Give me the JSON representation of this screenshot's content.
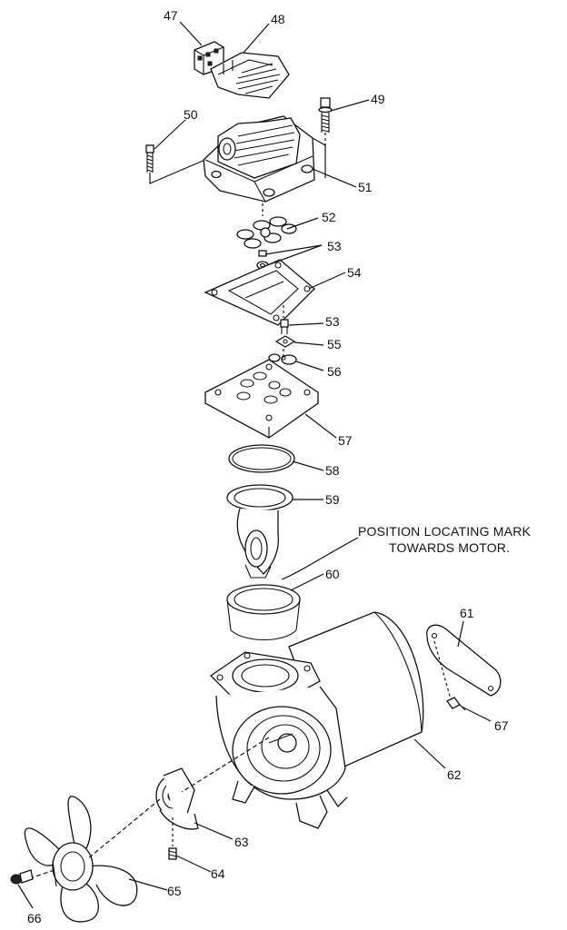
{
  "parts": [
    {
      "id": "p47",
      "label": "47"
    },
    {
      "id": "p48",
      "label": "48"
    },
    {
      "id": "p49",
      "label": "49"
    },
    {
      "id": "p50",
      "label": "50"
    },
    {
      "id": "p51",
      "label": "51"
    },
    {
      "id": "p52",
      "label": "52"
    },
    {
      "id": "p53a",
      "label": "53"
    },
    {
      "id": "p54",
      "label": "54"
    },
    {
      "id": "p53b",
      "label": "53"
    },
    {
      "id": "p55",
      "label": "55"
    },
    {
      "id": "p56",
      "label": "56"
    },
    {
      "id": "p57",
      "label": "57"
    },
    {
      "id": "p58",
      "label": "58"
    },
    {
      "id": "p59",
      "label": "59"
    },
    {
      "id": "p60",
      "label": "60"
    },
    {
      "id": "p61",
      "label": "61"
    },
    {
      "id": "p62",
      "label": "62"
    },
    {
      "id": "p63",
      "label": "63"
    },
    {
      "id": "p64",
      "label": "64"
    },
    {
      "id": "p65",
      "label": "65"
    },
    {
      "id": "p66",
      "label": "66"
    },
    {
      "id": "p67",
      "label": "67"
    }
  ],
  "note": {
    "line1": "POSITION LOCATING MARK",
    "line2": "TOWARDS MOTOR."
  }
}
